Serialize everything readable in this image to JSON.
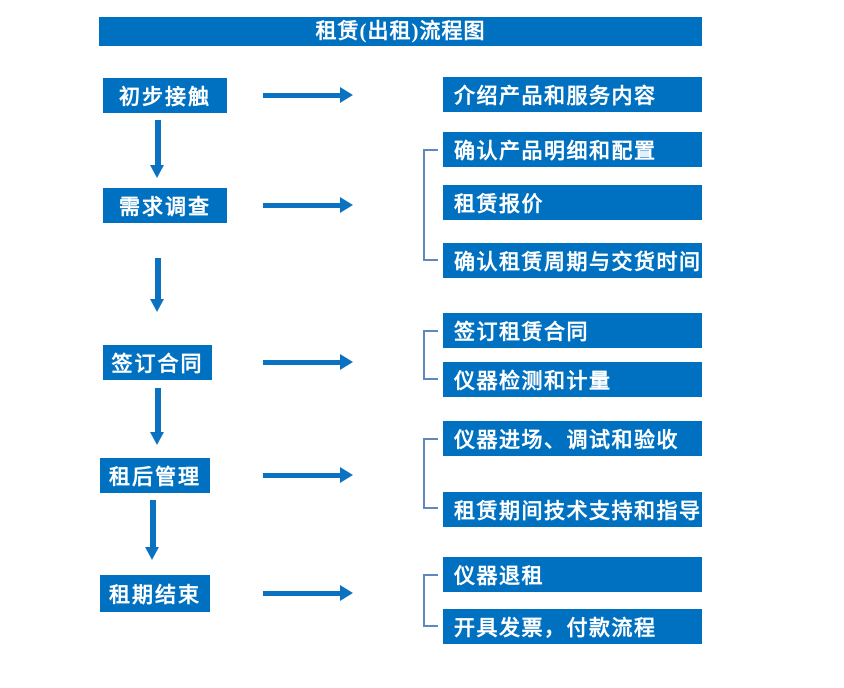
{
  "title": "租赁(出租)流程图",
  "colors": {
    "box_blue": "#0070c0",
    "arrow_blue": "#0b72c1",
    "bracket_blue": "#5f88bd",
    "text": "#ffffff"
  },
  "steps": [
    {
      "label": "初步接触",
      "details": [
        "介绍产品和服务内容"
      ]
    },
    {
      "label": "需求调查",
      "details": [
        "确认产品明细和配置",
        "租赁报价",
        "确认租赁周期与交货时间"
      ]
    },
    {
      "label": "签订合同",
      "details": [
        "签订租赁合同",
        "仪器检测和计量"
      ]
    },
    {
      "label": "租后管理",
      "details": [
        "仪器进场、调试和验收",
        "租赁期间技术支持和指导"
      ]
    },
    {
      "label": "租期结束",
      "details": [
        "仪器退租",
        "开具发票，付款流程"
      ]
    }
  ]
}
